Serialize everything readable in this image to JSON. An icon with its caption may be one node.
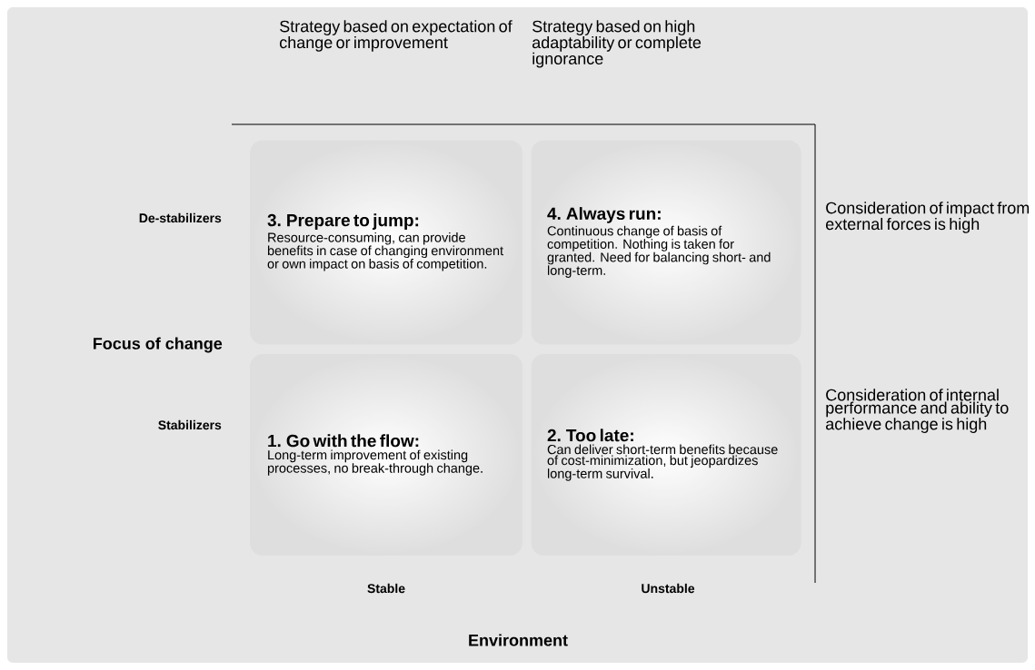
{
  "diagram": {
    "nodes": [
      {
        "text": [
          "3. Prepare to jump:",
          "Resource-consuming, can provide benefits in case of changing environment or own impact on basis of competition."
        ]
      },
      {
        "text": [
          "4. Always run:",
          "Continuous change of basis of competition. Nothing is taken for granted. Need for balancing short- and long-term."
        ]
      },
      {
        "text": [
          "1. Go with the flow:",
          "Long-term improvement of existing processes, no break-through change."
        ]
      },
      {
        "text": [
          "2. Too late:",
          "Can deliver short-term benefits because of cost-minimization, but jeopardizes long-term survival."
        ]
      }
    ],
    "labels": [
      "Strategy based on expectation of change or improvement",
      "Strategy based on high adaptability or complete ignorance",
      "De-stabilizers",
      "Consideration of impact from external forces is high",
      "Focus of change",
      "Stabilizers",
      "Consideration of internal performance and ability to achieve change is high",
      "Stable",
      "Unstable",
      "Environment"
    ]
  }
}
